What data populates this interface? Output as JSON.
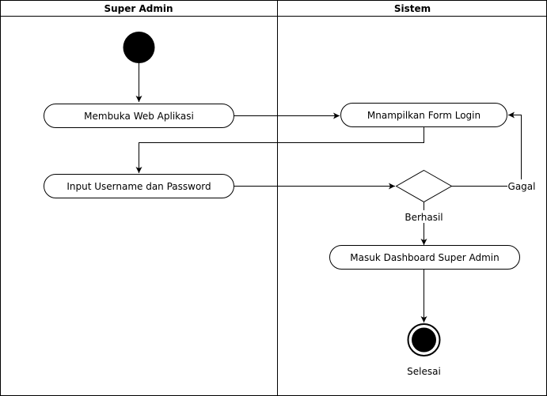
{
  "lanes": {
    "left_title": "Super Admin",
    "right_title": "Sistem"
  },
  "nodes": {
    "buka_web": "Membuka Web Aplikasi",
    "form_login": "Mnampilkan Form Login",
    "input_login": "Input Username dan Password",
    "dashboard": "Masuk Dashboard Super Admin"
  },
  "edges": {
    "gagal": "Gagal",
    "berhasil": "Berhasil"
  },
  "end_label": "Selesai",
  "colors": {
    "line": "#000000",
    "node_fill": "#ffffff",
    "start_fill": "#000000"
  }
}
